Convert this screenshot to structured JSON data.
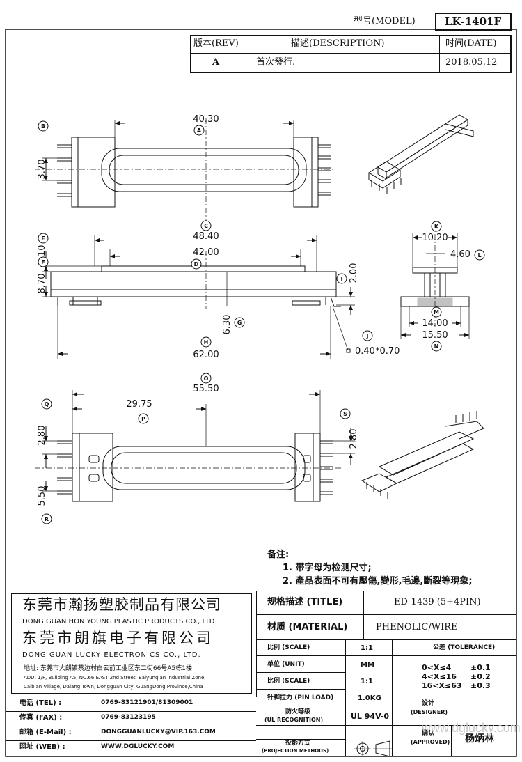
{
  "header": {
    "model_label": "型号(MODEL)",
    "model_value": "LK-1401F",
    "rev_label": "版本(REV)",
    "desc_label": "描述(DESCRIPTION)",
    "date_label": "时间(DATE)",
    "rev_value": "A",
    "desc_value": "首次發行.",
    "date_value": "2018.05.12"
  },
  "dimensions": {
    "top": [
      "40.30",
      "3.70"
    ],
    "side": [
      "48.40",
      "42.00",
      "5.10",
      "8.70",
      "2.00",
      "6.30",
      "62.00",
      "0.40*0.70"
    ],
    "end": [
      "10.20",
      "4.60",
      "14.00",
      "15.50"
    ],
    "bottom": [
      "55.50",
      "29.75",
      "2.80",
      "5.50",
      "2.80"
    ]
  },
  "markers": [
    "A",
    "B",
    "C",
    "D",
    "E",
    "F",
    "G",
    "H",
    "I",
    "J",
    "K",
    "L",
    "M",
    "N",
    "O",
    "P",
    "Q",
    "R",
    "S"
  ],
  "notes": {
    "title": "备注:",
    "items": [
      "1. 带字母为检测尺寸;",
      "2. 產品表面不可有壓傷,變形,毛邊,斷裂等現象;"
    ]
  },
  "company": {
    "name1_cn": "东莞市瀚扬塑胶制品有限公司",
    "name1_en": "DONG GUAN HON YOUNG PLASTIC PRODUCTS CO., LTD.",
    "name2_cn": "东莞市朗旗电子有限公司",
    "name2_en": "DONG GUAN LUCKY ELECTRONICS CO., LTD.",
    "address_cn": "地址: 东莞市大朗镇蔡边村白云前工业区东二街66号A5栋1楼",
    "address_en1": "ADD: 1/F, Building A5, NO.66 EAST 2nd Street, Baiyunqian Industrial Zone,",
    "address_en2": "Caibian Village, Dalang Town, Dongguan City, GuangDong Province,China"
  },
  "contact": [
    {
      "label": "电话 (TEL) :",
      "value": "0769-83121901/81309001"
    },
    {
      "label": "传真 (FAX) :",
      "value": "0769-83123195"
    },
    {
      "label": "邮箱 (E-Mail) :",
      "value": "DONGGUANLUCKY@VIP.163.COM"
    },
    {
      "label": "网址 (WEB) :",
      "value": "WWW.DGLUCKY.COM"
    }
  ],
  "spec": {
    "title_label": "规格描述 (TITLE)",
    "title_value": "ED-1439 (5+4PIN)",
    "material_label": "材质 (MATERIAL)",
    "material_value": "PHENOLIC/WIRE",
    "scale_label": "比例 (SCALE)",
    "scale_value": "1:1",
    "unit_label": "单位 (UNIT)",
    "unit_value": "MM",
    "scale2_label": "比例 (SCALE)",
    "scale2_value": "1:1",
    "pinload_label": "针脚拉力 (PIN LOAD)",
    "pinload_value": "1.0KG",
    "ul_label1": "防火等级",
    "ul_label2": "(UL RECOGNITION)",
    "ul_value": "UL 94V-0",
    "proj_label1": "投影方式",
    "proj_label2": "(PROJECTION METHODS)",
    "tolerance_label": "公差 (TOLERANCE)",
    "tolerance_rows": [
      {
        "range": "0<X≤4",
        "value": "±0.1"
      },
      {
        "range": "4<X≤16",
        "value": "±0.2"
      },
      {
        "range": "16<X≤63",
        "value": "±0.3"
      }
    ],
    "designer_label1": "设计",
    "designer_label2": "(DESIGNER)",
    "approved_label1": "确认",
    "approved_label2": "(APPROVED)",
    "approved_value": "杨炳林"
  },
  "watermark": "www.dglucky.com"
}
